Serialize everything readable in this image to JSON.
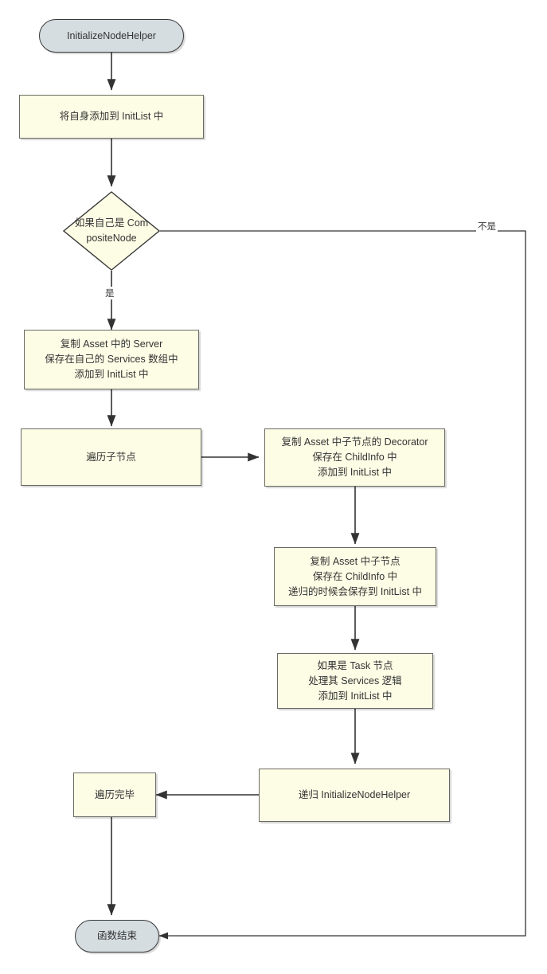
{
  "diagram": {
    "type": "flowchart",
    "title": "InitializeNodeHelper",
    "colors": {
      "process_fill": "#fdfde6",
      "process_border": "#6b6b63",
      "terminal_fill": "#d5dde1",
      "terminal_border": "#3a3a3a",
      "edge": "#333333",
      "text": "#333333",
      "background": "#ffffff"
    },
    "nodes": {
      "start": {
        "shape": "terminal",
        "label": "InitializeNodeHelper"
      },
      "add_self": {
        "shape": "process",
        "label": "将自身添加到 InitList 中"
      },
      "is_composite": {
        "shape": "decision",
        "label": "如果自己是 CompositeNode"
      },
      "copy_server": {
        "shape": "process",
        "label": "复制 Asset 中的 Server\n保存在自己的 Services 数组中\n添加到 InitList 中"
      },
      "traverse_children": {
        "shape": "process",
        "label": "遍历子节点"
      },
      "copy_decorator": {
        "shape": "process",
        "label": "复制 Asset 中子节点的 Decorator\n保存在 ChildInfo 中\n添加到 InitList 中"
      },
      "copy_child": {
        "shape": "process",
        "label": "复制 Asset 中子节点\n保存在 ChildInfo 中\n递归的时候会保存到 InitList 中"
      },
      "task_services": {
        "shape": "process",
        "label": "如果是 Task 节点\n处理其 Services 逻辑\n添加到 InitList 中"
      },
      "recurse": {
        "shape": "process",
        "label": "递归 InitializeNodeHelper"
      },
      "traverse_done": {
        "shape": "process",
        "label": "遍历完毕"
      },
      "end": {
        "shape": "terminal",
        "label": "函数结束"
      }
    },
    "edge_labels": {
      "yes": "是",
      "no": "不是"
    }
  }
}
